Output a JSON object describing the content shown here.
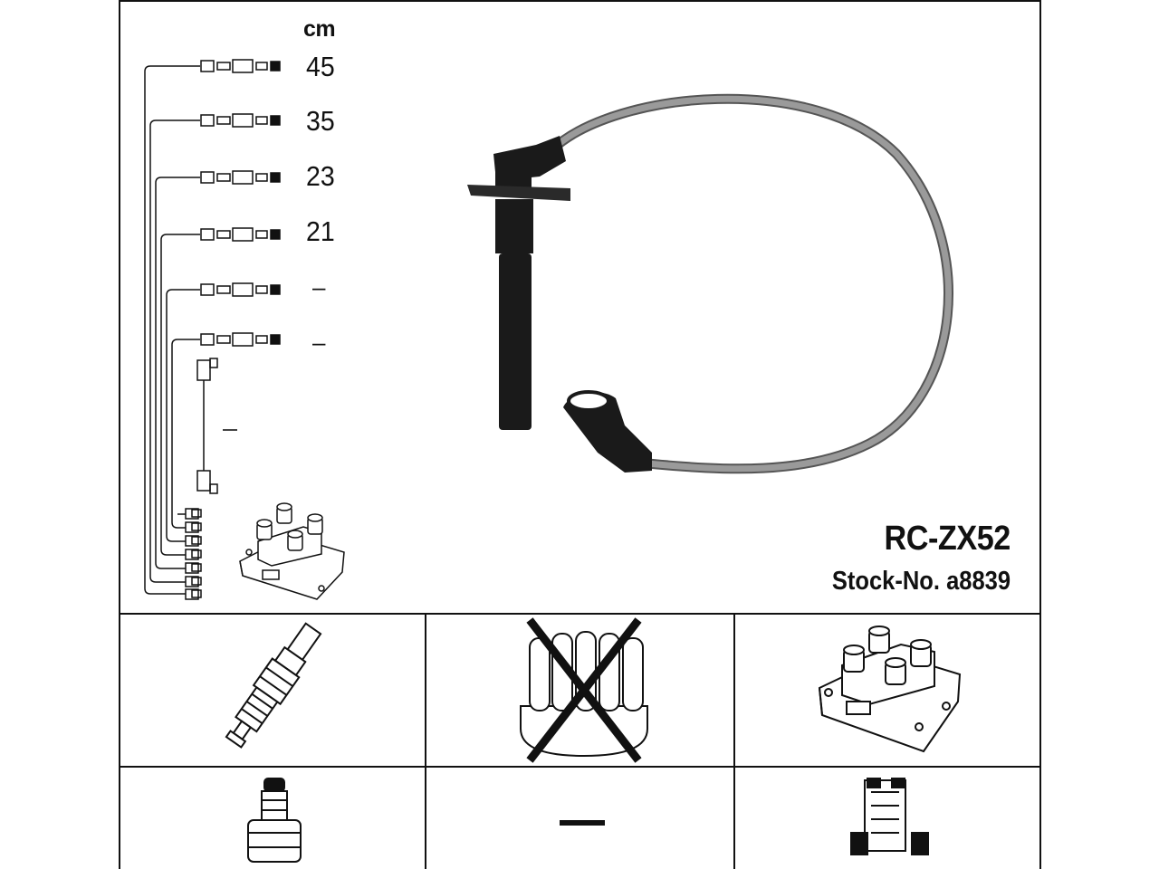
{
  "header": {
    "unit": "cm"
  },
  "leads": [
    {
      "length": "45"
    },
    {
      "length": "35"
    },
    {
      "length": "23"
    },
    {
      "length": "21"
    },
    {
      "length": "–"
    },
    {
      "length": "–"
    }
  ],
  "coil_lead_length": "–",
  "product": {
    "part_number": "RC-ZX52",
    "stock_number": "Stock-No. a8839"
  },
  "compatibility": {
    "spark_plug": "included",
    "distributor_cap": "not applicable",
    "ignition_coil": "included",
    "none_marker": "—"
  },
  "colors": {
    "line": "#111111",
    "cable": "#8a8a8a",
    "boot": "#1a1a1a"
  }
}
